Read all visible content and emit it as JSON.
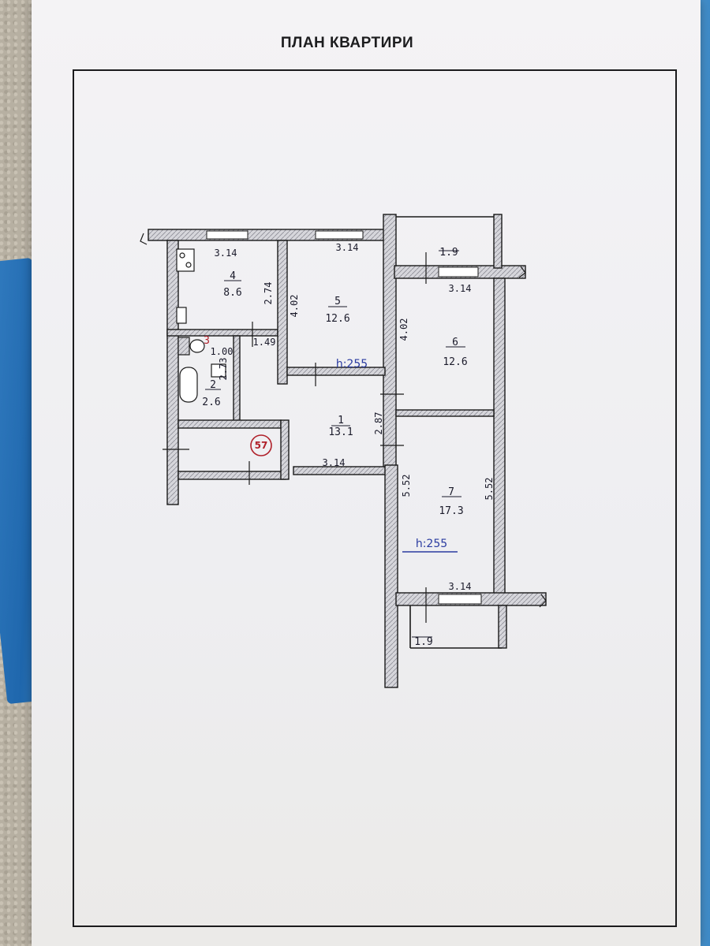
{
  "document": {
    "title": "ПЛАН КВАРТИРИ",
    "ceiling_height_labels": [
      "h:255",
      "h:255"
    ],
    "apartment_number": "57"
  },
  "rooms": [
    {
      "number": "1",
      "area": "13.1"
    },
    {
      "number": "2",
      "area": "2.6"
    },
    {
      "number": "3",
      "area": "1.00"
    },
    {
      "number": "4",
      "area": "8.6"
    },
    {
      "number": "5",
      "area": "12.6"
    },
    {
      "number": "6",
      "area": "12.6"
    },
    {
      "number": "7",
      "area": "17.3"
    }
  ],
  "balconies": [
    {
      "area": "1.9"
    },
    {
      "area": "1.9"
    }
  ],
  "dimensions": {
    "room4_width": "3.14",
    "room4_length": "2.74",
    "room5_width": "3.14",
    "room5_length": "4.02",
    "room6_width": "3.14",
    "room6_length": "4.02",
    "room7_width": "3.14",
    "room7_length_left": "5.52",
    "room7_length_right": "5.52",
    "hall_width": "3.14",
    "hall_length": "2.87",
    "bath_length": "2.73",
    "wc_width": "1.49"
  },
  "colors": {
    "wall_fill": "#cfcfd4",
    "ink": "#1a1a2a",
    "height_ink": "#2a3ba0",
    "badge_ink": "#b0202a"
  }
}
